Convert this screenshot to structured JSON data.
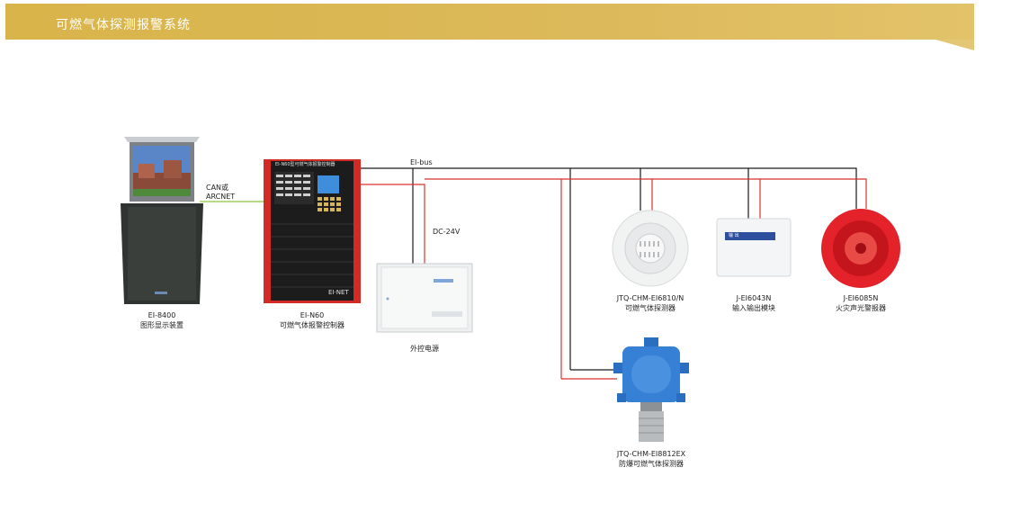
{
  "header": {
    "title": "可燃气体探测报警系统"
  },
  "wires": {
    "bus_label": "EI-bus",
    "can_label_1": "CAN或",
    "can_label_2": "ARCNET",
    "dc_label": "DC-24V"
  },
  "devices": {
    "display": {
      "model": "EI-8400",
      "name": "图形显示装置"
    },
    "controller": {
      "model": "EI-N60",
      "name": "可燃气体报警控制器",
      "panel_title": "EI-N60型可燃气体报警控制器",
      "brand": "EI·NET"
    },
    "power": {
      "name": "外控电源"
    },
    "detector": {
      "model": "JTQ-CHM-EI6810/N",
      "name": "可燃气体探测器"
    },
    "module": {
      "model": "J-EI6043N",
      "name": "输入输出模块",
      "panel_text": "输 出"
    },
    "alarm": {
      "model": "J-EI6085N",
      "name": "火灾声光警报器"
    },
    "ex_detector": {
      "model": "JTQ-CHM-EI8812EX",
      "name": "防爆可燃气体探测器"
    }
  },
  "colors": {
    "header": "#d9b44a",
    "bus": "#1a1a1a",
    "power_wire": "#d8322f",
    "can_wire": "#8dc63f"
  }
}
